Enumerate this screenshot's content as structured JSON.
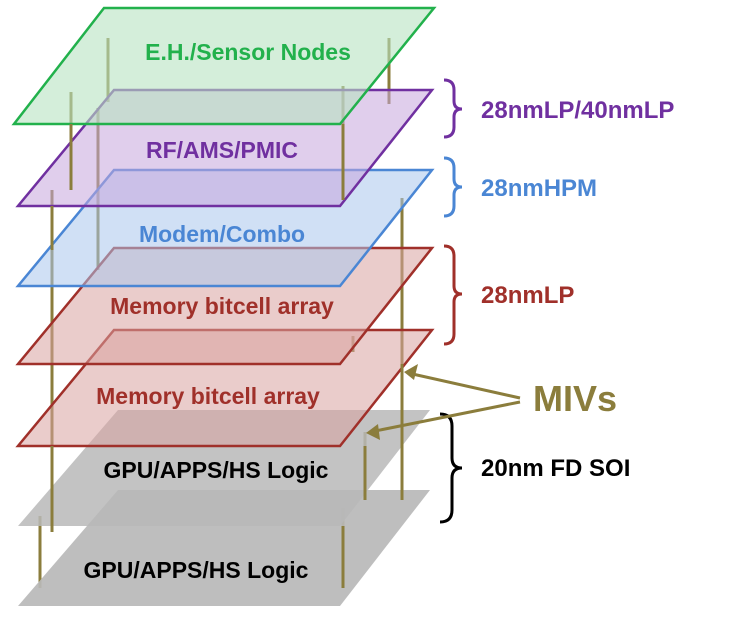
{
  "colors": {
    "green": "#22b14c",
    "purple": "#7030a0",
    "blue": "#4a86d4",
    "red": "#a0302a",
    "gray": "#b8b8b8",
    "via": "#8b7d3c",
    "black": "#000000"
  },
  "layers": [
    {
      "label": "GPU/APPS/HS Logic",
      "kind": "gray-bottom"
    },
    {
      "label": "GPU/APPS/HS Logic",
      "kind": "gray-top"
    },
    {
      "label": "Memory bitcell array",
      "kind": "red-lower"
    },
    {
      "label": "Memory bitcell array",
      "kind": "red-upper"
    },
    {
      "label": "Modem/Combo",
      "kind": "blue"
    },
    {
      "label": "RF/AMS/PMIC",
      "kind": "purple"
    },
    {
      "label": "E.H./Sensor Nodes",
      "kind": "green"
    }
  ],
  "brackets": [
    {
      "label": "28nmLP/40nmLP",
      "color": "purple"
    },
    {
      "label": "28nmHPM",
      "color": "blue"
    },
    {
      "label": "28nmLP",
      "color": "red"
    },
    {
      "label": "20nm FD SOI",
      "color": "black"
    }
  ],
  "miv_label": "MIVs"
}
